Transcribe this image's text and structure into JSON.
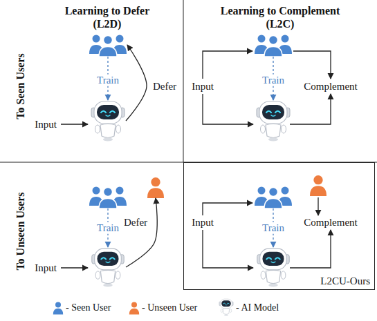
{
  "diagram": {
    "nodes": [
      {
        "text": []
      },
      {
        "text": []
      },
      {
        "text": []
      },
      {
        "text": []
      },
      {
        "text": []
      },
      {
        "text": []
      },
      {
        "text": []
      },
      {
        "text": [
          "L2CU-Ours"
        ]
      },
      {
        "text": [],
        "in": 7
      },
      {
        "text": [],
        "in": 7
      },
      {
        "text": [],
        "in": 7
      }
    ],
    "edges": [
      {
        "from": 0,
        "to": 1,
        "label": "Train",
        "arrow": "to"
      },
      {
        "from": 1,
        "to": 0,
        "label": "Defer",
        "arrow": "to"
      },
      {
        "from": 2,
        "to": 3,
        "label": "Train",
        "arrow": "to"
      },
      {
        "from": 4,
        "to": 6,
        "label": "Train",
        "arrow": "to"
      },
      {
        "from": 6,
        "to": 5,
        "label": "Defer",
        "arrow": "to"
      },
      {
        "from": 8,
        "to": 10,
        "label": "Train",
        "arrow": "to"
      }
    ],
    "labels": [
      "Learning to Defer (L2D)",
      "Learning to Complement (L2C)",
      "To Seen Users",
      "To Unseen Users",
      "Input",
      "Input",
      "Complement",
      "Input",
      "Input",
      "Complement"
    ],
    "legend": [
      {
        "text": "- Seen User"
      },
      {
        "text": "- Unseen User"
      },
      {
        "text": "- AI Model"
      }
    ]
  }
}
